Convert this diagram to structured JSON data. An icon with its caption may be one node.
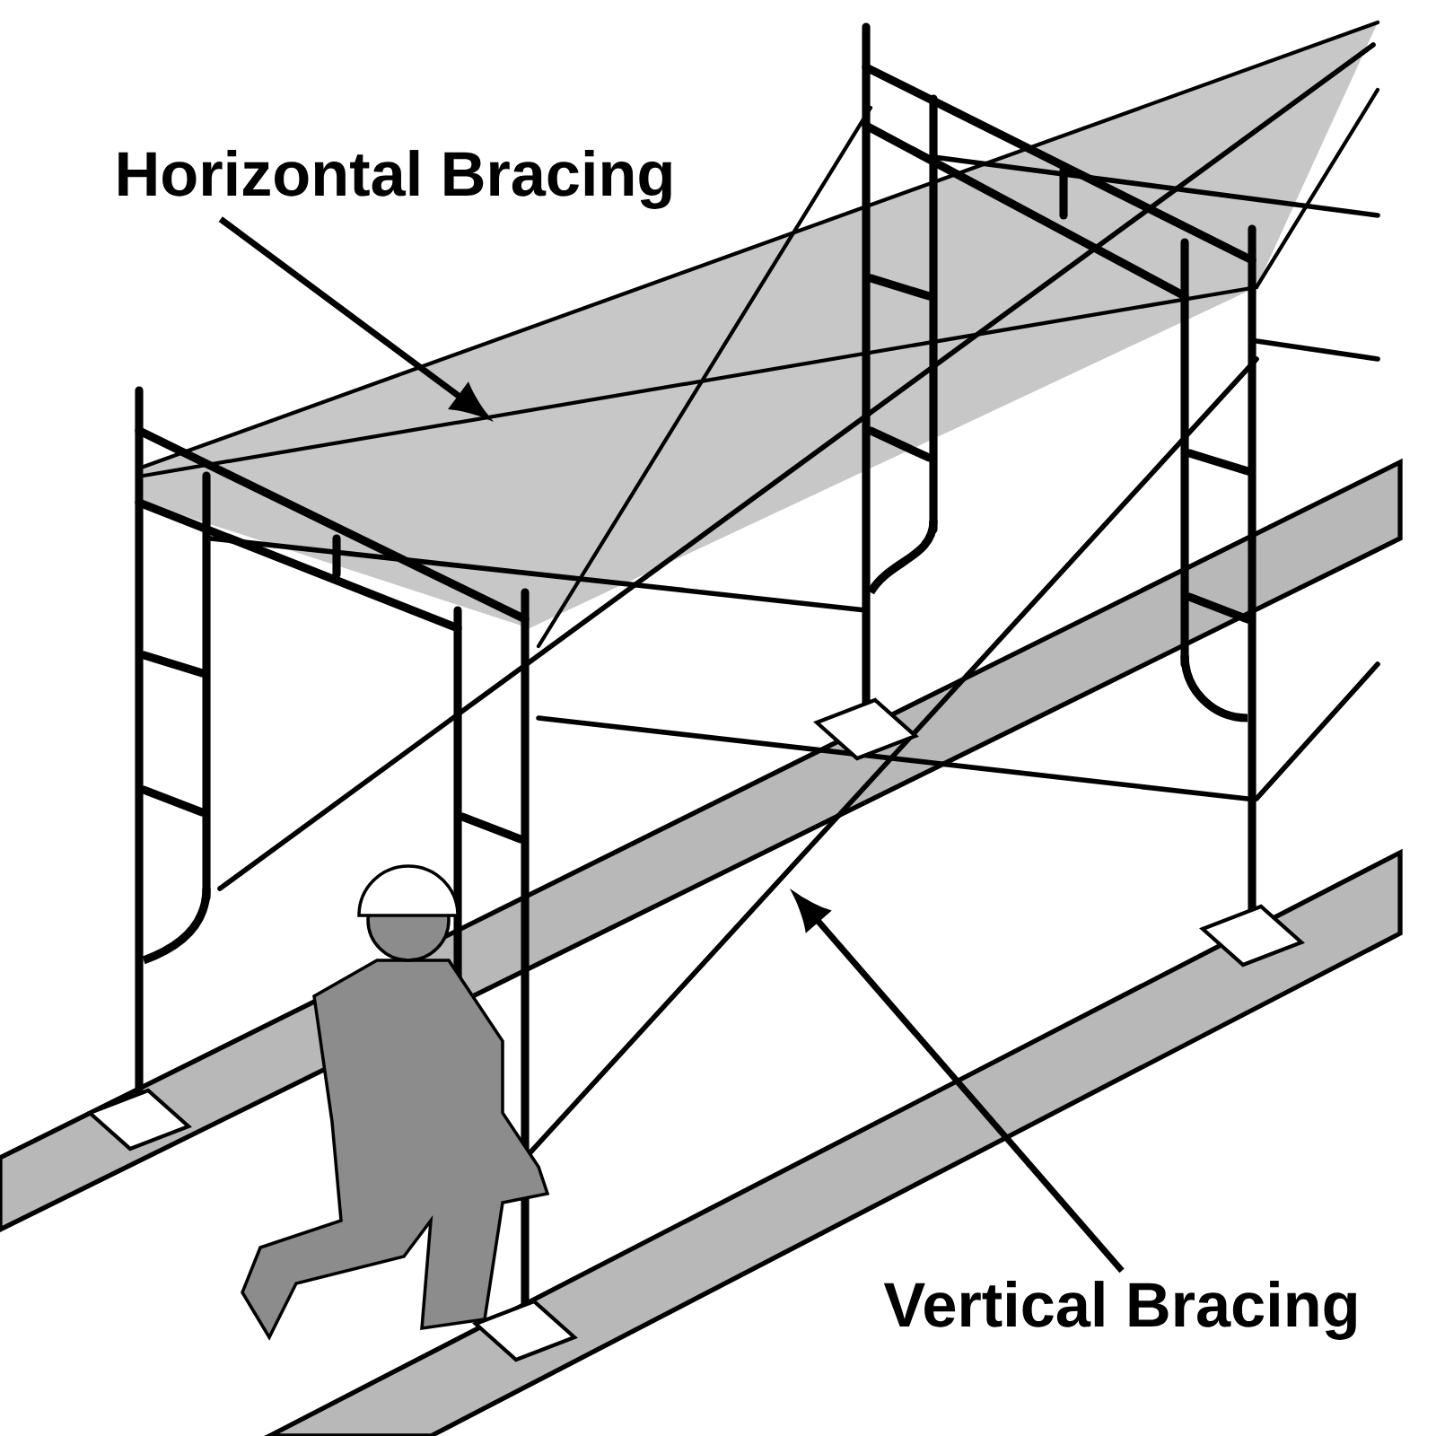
{
  "diagram": {
    "nodes": [
      {
        "text": [
          "Horizontal Bracing"
        ]
      },
      {
        "text": [
          "Vertical Bracing"
        ]
      }
    ],
    "edges": [
      {
        "from": 0,
        "to": null,
        "arrow": "to"
      },
      {
        "from": 1,
        "to": null,
        "arrow": "to"
      }
    ]
  }
}
